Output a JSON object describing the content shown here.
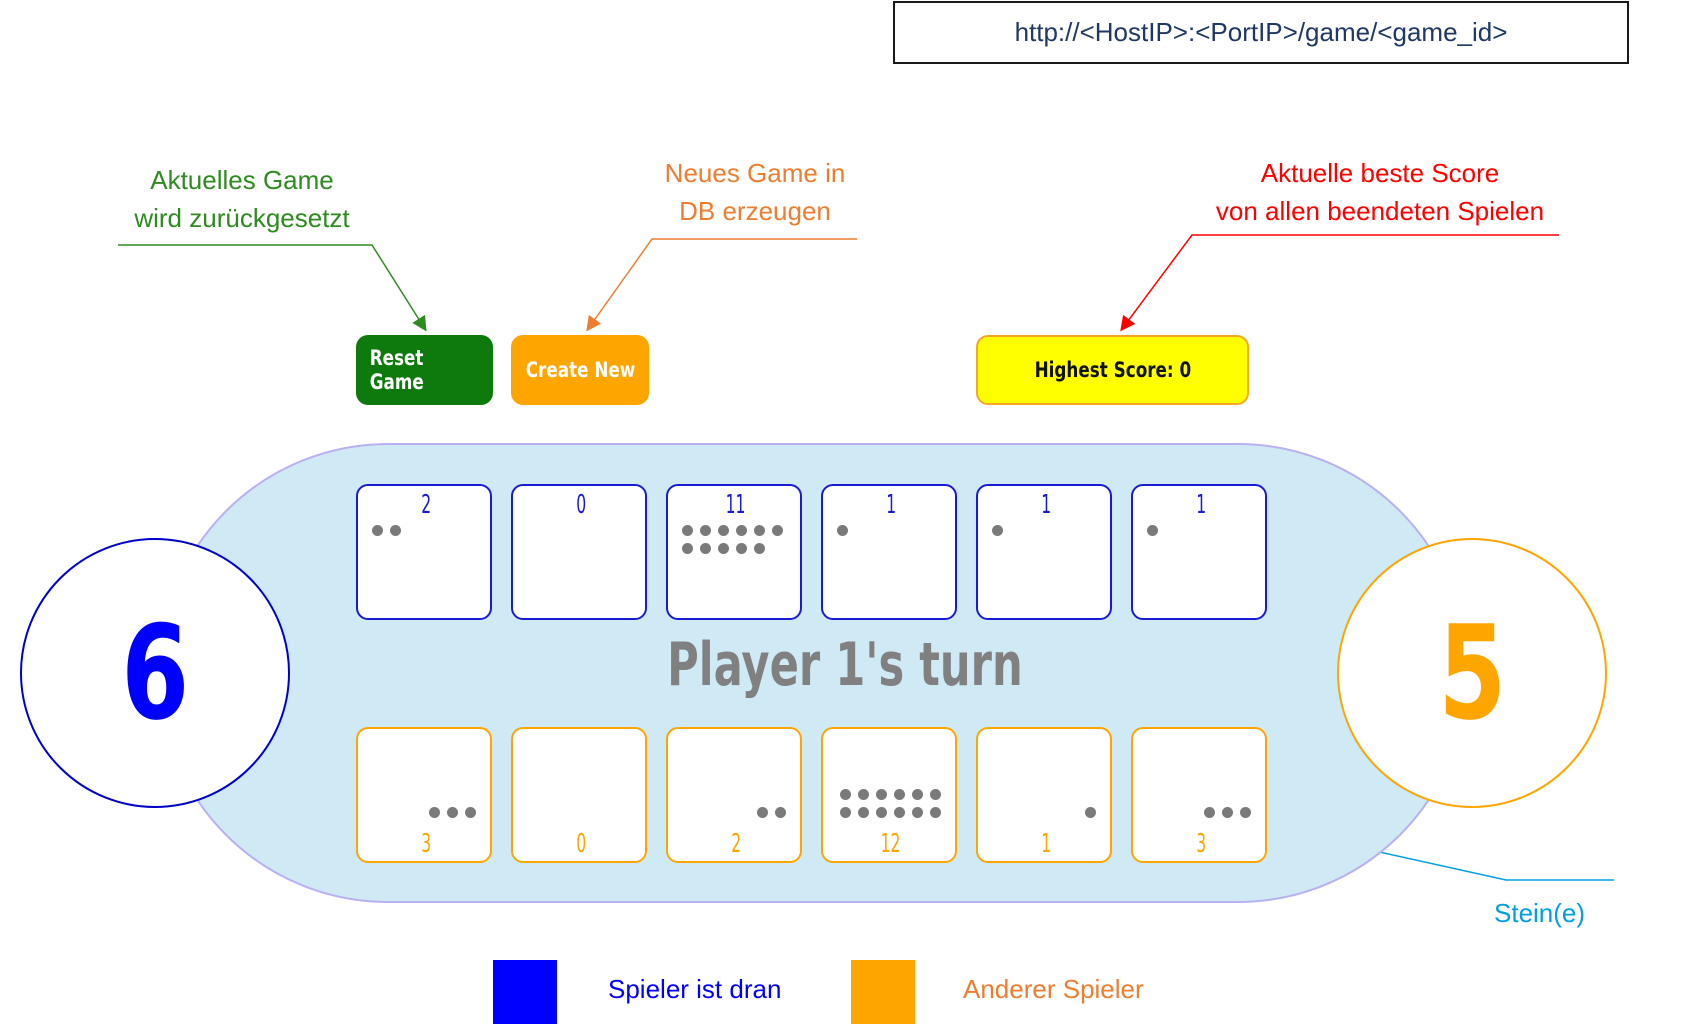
{
  "url_bar": {
    "text": "http://<HostIP>:<PortIP>/game/<game_id>"
  },
  "annotations": {
    "reset": {
      "line1": "Aktuelles Game",
      "line2": "wird zurückgesetzt",
      "color": "#2e8b1f"
    },
    "create": {
      "line1": "Neues Game in",
      "line2": "DB erzeugen",
      "color": "#ed7d31"
    },
    "score": {
      "line1": "Aktuelle beste Score",
      "line2": "von allen beendeten Spielen",
      "color": "#ff0000"
    },
    "stones": {
      "text": "Stein(e)",
      "color": "#00a0e0"
    }
  },
  "buttons": {
    "reset": {
      "label": "Reset Game",
      "color": "#0e7a0e"
    },
    "create": {
      "label": "Create New",
      "color": "#ffa500"
    },
    "highest_score": {
      "label": "Highest Score: 0",
      "color": "#ffff00"
    }
  },
  "board": {
    "turn_text": "Player 1's turn",
    "player1_store": "6",
    "player2_store": "5",
    "player1_color": "#0000ff",
    "player2_color": "#ffa500",
    "top_pits": [
      "2",
      "0",
      "11",
      "1",
      "1",
      "1"
    ],
    "bottom_pits": [
      "3",
      "0",
      "2",
      "12",
      "1",
      "3"
    ]
  },
  "legend": {
    "active": {
      "label": "Spieler ist dran",
      "color": "#0000ff"
    },
    "other": {
      "label": "Anderer Spieler",
      "color": "#ffa500"
    }
  }
}
